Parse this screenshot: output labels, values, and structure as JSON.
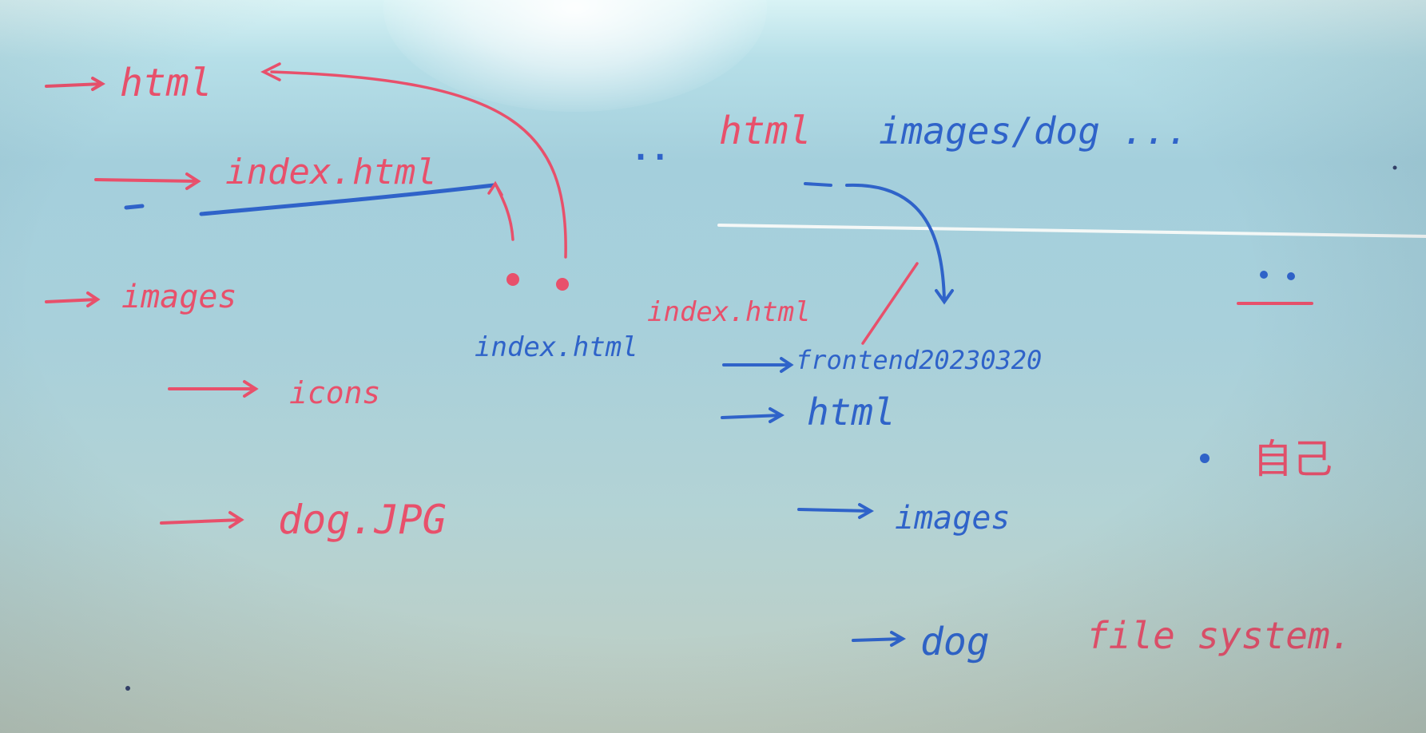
{
  "left_tree": {
    "root": "html",
    "index": "index.html",
    "images": "images",
    "icons": "icons",
    "dog": "dog.JPG"
  },
  "top_right": {
    "dots": "..",
    "path": "html",
    "path_rest": "images/dog ..."
  },
  "middle": {
    "dots": ". .",
    "index_blue": "index.html",
    "index_red": "index.html"
  },
  "right_tree": {
    "root": "frontend20230320",
    "html": "html",
    "images": "images",
    "dog": "dog"
  },
  "far_right": {
    "dots": "..",
    "chinese": "自己",
    "file_system": "file system."
  },
  "colors": {
    "red_marker": "#e8506b",
    "blue_marker": "#2f63c9"
  }
}
